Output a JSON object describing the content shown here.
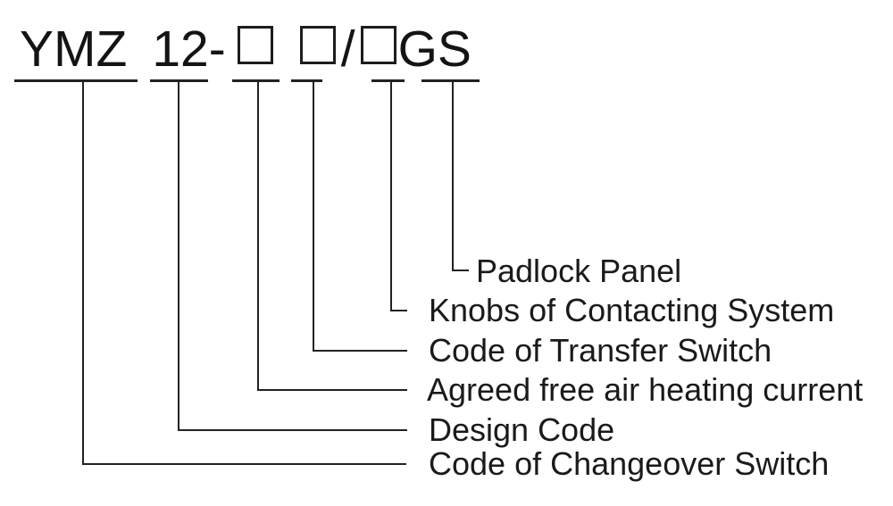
{
  "model": {
    "prefix": "YMZ",
    "design_code": "12-",
    "slash": "/",
    "suffix": "GS",
    "box_symbol": "□"
  },
  "labels": [
    {
      "text": "Padlock Panel",
      "points_to": "GS"
    },
    {
      "text": "Knobs of Contacting System",
      "points_to": "third box"
    },
    {
      "text": "Code of Transfer Switch",
      "points_to": "second box"
    },
    {
      "text": "Agreed free air heating current",
      "points_to": "first box"
    },
    {
      "text": "Design Code",
      "points_to": "12"
    },
    {
      "text": "Code of Changeover Switch",
      "points_to": "YMZ"
    }
  ],
  "colors": {
    "ink": "#1a1a1a",
    "line": "#222222",
    "background": "#ffffff"
  }
}
